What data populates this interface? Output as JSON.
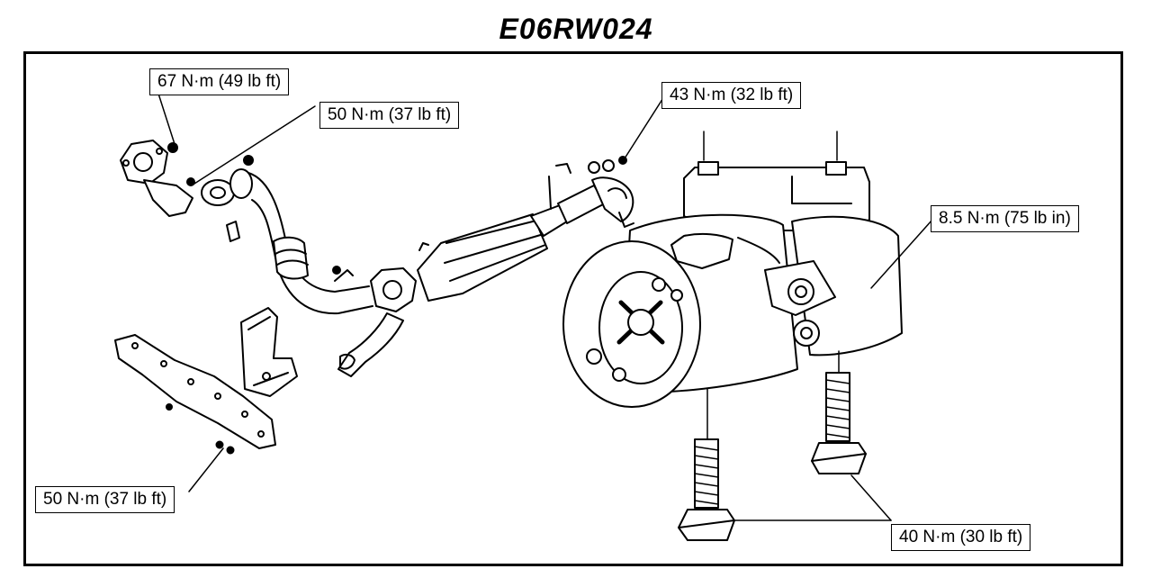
{
  "diagram": {
    "title": "E06RW024",
    "callouts": [
      {
        "id": "flange-upper-nut",
        "text": "67 N·m (49 lb ft)"
      },
      {
        "id": "flange-mid-nut",
        "text": "50 N·m (37 lb ft)"
      },
      {
        "id": "rear-flange-nut",
        "text": "43 N·m (32 lb ft)"
      },
      {
        "id": "starter-terminal-nut",
        "text": "8.5 N·m (75 lb in)"
      },
      {
        "id": "bracket-nut",
        "text": "50 N·m (37 lb ft)"
      },
      {
        "id": "starter-mount-bolts",
        "text": "40 N·m (30 lb ft)"
      }
    ]
  }
}
